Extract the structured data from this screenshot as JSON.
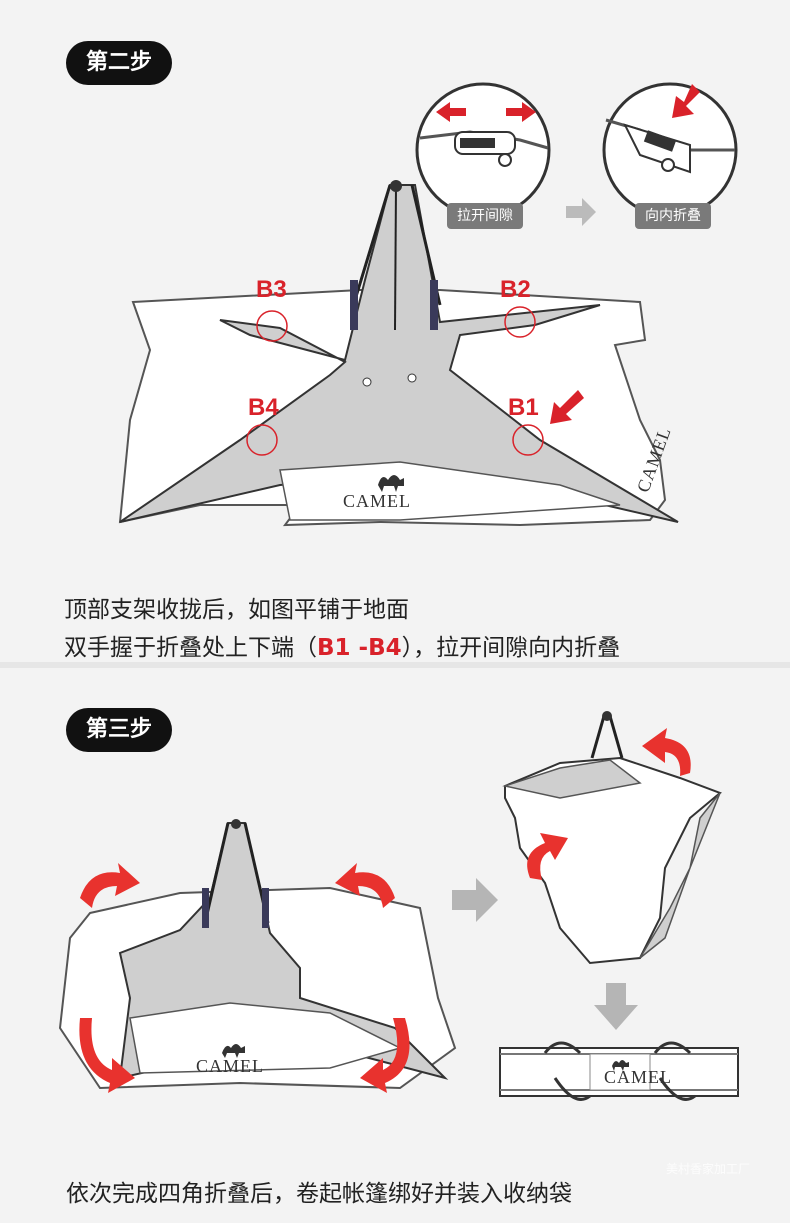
{
  "step2": {
    "badge": "第二步",
    "detail_left_label": "拉开间隙",
    "detail_right_label": "向内折叠",
    "labels": {
      "b1": "B1",
      "b2": "B2",
      "b3": "B3",
      "b4": "B4"
    },
    "brand": "CAMEL",
    "caption_line1": "顶部支架收拢后，如图平铺于地面",
    "caption_line2_prefix": "双手握于折叠处上下端（",
    "caption_line2_highlight": "B1 -B4",
    "caption_line2_suffix": "），拉开间隙向内折叠"
  },
  "step3": {
    "badge": "第三步",
    "brand": "CAMEL",
    "caption": "依次完成四角折叠后，卷起帐篷绑好并装入收纳袋"
  },
  "watermark": "美村香家加工厂",
  "colors": {
    "accent_red": "#d9222a",
    "badge_bg": "#111111",
    "tent_fill": "#cfcfcf",
    "outline": "#333333",
    "arrow_gray": "#b5b5b5"
  }
}
